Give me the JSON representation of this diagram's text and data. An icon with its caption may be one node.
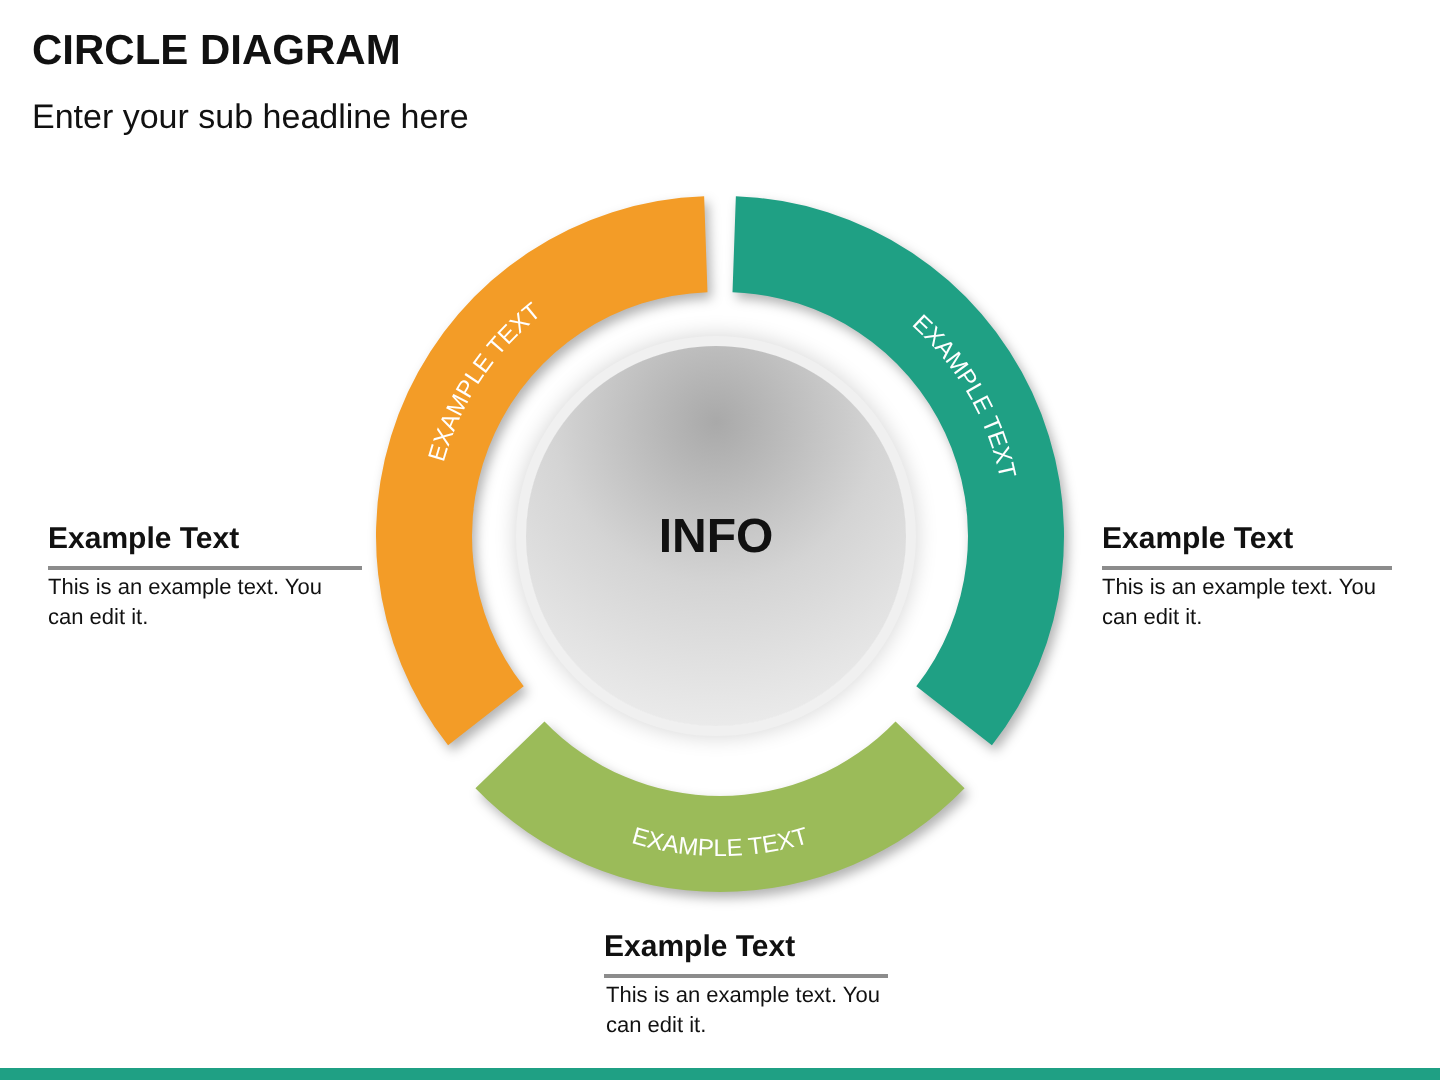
{
  "diagram": {
    "title": "CIRCLE DIAGRAM",
    "nodes": [
      {
        "text": [
          "EXAMPLE TEXT"
        ]
      },
      {
        "text": [
          "EXAMPLE TEXT"
        ]
      },
      {
        "text": [
          "INFO"
        ]
      },
      {
        "text": [
          "EXAMPLE TEXT"
        ]
      }
    ],
    "edges": [],
    "labels": [
      "Enter your sub headline here",
      "Example Text",
      "Example Text",
      "This is an example text. You can edit it.",
      "This is an example text. You can edit it.",
      "Example Text",
      "This is an example text. You can edit it."
    ]
  }
}
